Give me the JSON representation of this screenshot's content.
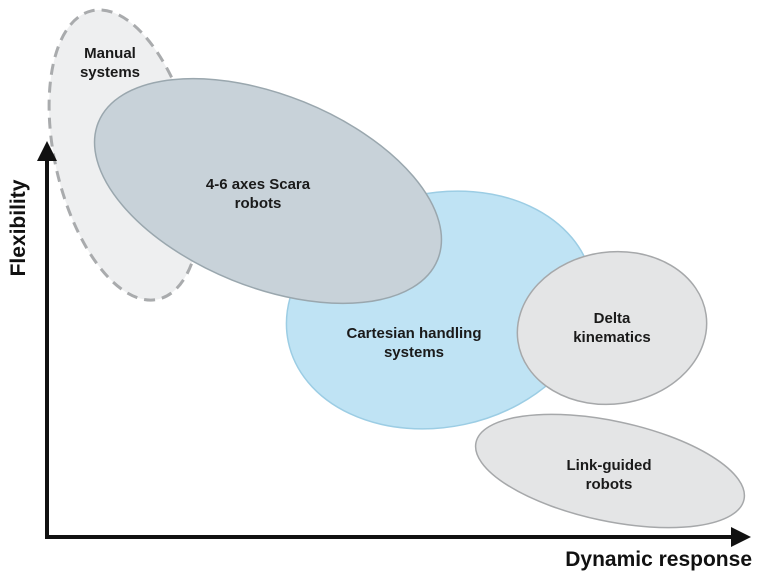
{
  "diagram": {
    "axes": {
      "x_label": "Dynamic response",
      "y_label": "Flexibility"
    },
    "regions": {
      "manual": {
        "line1": "Manual",
        "line2": "systems",
        "color": "#eeeff0",
        "stroke": "#a9abad",
        "dashed": true
      },
      "scara": {
        "line1": "4-6 axes Scara",
        "line2": "robots",
        "color": "#c8d2d9",
        "stroke": "#9aa7ae"
      },
      "cartesian": {
        "line1": "Cartesian handling",
        "line2": "systems",
        "color": "#bfe3f4",
        "stroke": "#9ccde4"
      },
      "delta": {
        "line1": "Delta",
        "line2": "kinematics",
        "color": "#e4e5e6",
        "stroke": "#a6a8aa"
      },
      "link": {
        "line1": "Link-guided",
        "line2": "robots",
        "color": "#e4e5e6",
        "stroke": "#a6a8aa"
      }
    },
    "axis_color": "#111111"
  }
}
